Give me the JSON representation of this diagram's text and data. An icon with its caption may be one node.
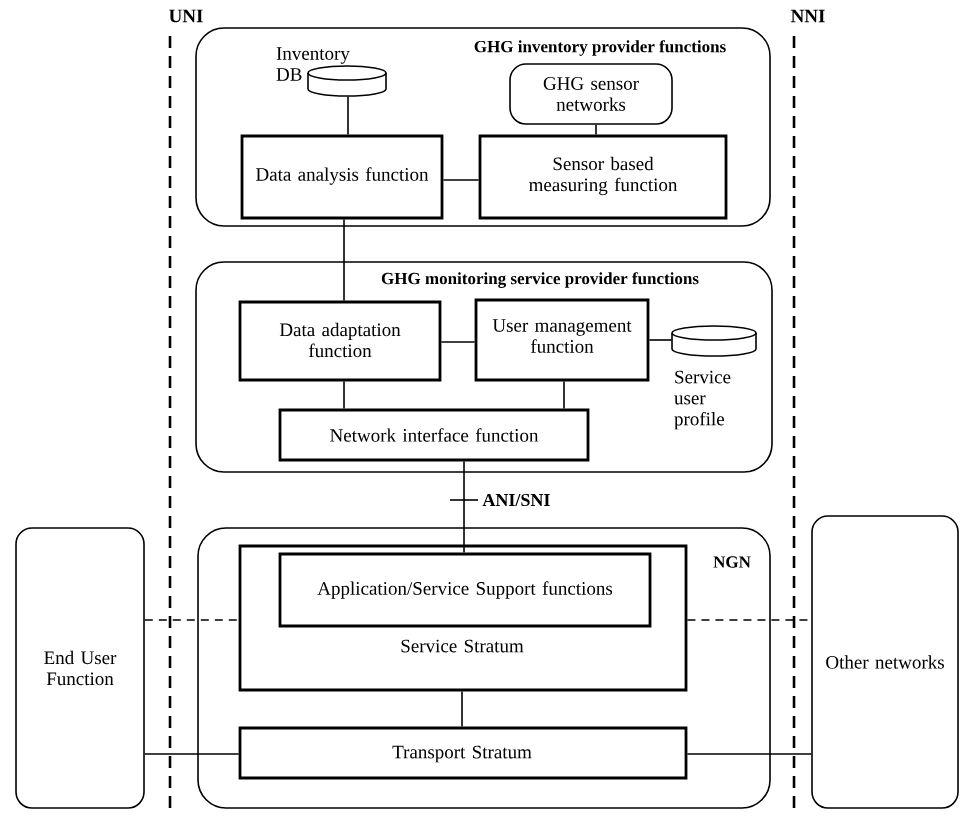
{
  "diagram": {
    "nodes": [
      {
        "text": [
          "GHG inventory provider functions"
        ]
      },
      {
        "text": [
          "Inventory DB"
        ],
        "in": 0
      },
      {
        "text": [
          "GHG sensor networks"
        ],
        "in": 0
      },
      {
        "text": [
          "Data analysis function"
        ],
        "in": 0
      },
      {
        "text": [
          "Sensor based measuring function"
        ],
        "in": 0
      },
      {
        "text": [
          "GHG monitoring service provider functions"
        ]
      },
      {
        "text": [
          "Data adaptation function"
        ],
        "in": 5
      },
      {
        "text": [
          "User management function"
        ],
        "in": 5
      },
      {
        "text": [
          "Service user profile"
        ],
        "in": 5
      },
      {
        "text": [
          "Network interface function"
        ],
        "in": 5
      },
      {
        "text": [
          "NGN"
        ]
      },
      {
        "text": [
          "Service Stratum"
        ],
        "in": 10
      },
      {
        "text": [
          "Application/Service Support functions"
        ],
        "in": 11
      },
      {
        "text": [
          "Transport Stratum"
        ],
        "in": 10
      },
      {
        "text": [
          "End User Function"
        ]
      },
      {
        "text": [
          "Other networks"
        ]
      }
    ],
    "edges": [
      {
        "from": 1,
        "to": 3,
        "arrow": "none"
      },
      {
        "from": 2,
        "to": 4,
        "arrow": "none"
      },
      {
        "from": 3,
        "to": 4,
        "arrow": "none"
      },
      {
        "from": 3,
        "to": 6,
        "arrow": "none"
      },
      {
        "from": 6,
        "to": 7,
        "arrow": "none"
      },
      {
        "from": 7,
        "to": 8,
        "arrow": "none"
      },
      {
        "from": 6,
        "to": 9,
        "arrow": "none"
      },
      {
        "from": 7,
        "to": 9,
        "arrow": "none"
      },
      {
        "from": 9,
        "to": 12,
        "arrow": "none",
        "label": "ANI/SNI"
      },
      {
        "from": 11,
        "to": 13,
        "arrow": "none"
      },
      {
        "from": 14,
        "to": 11,
        "arrow": "none",
        "style": "dashed"
      },
      {
        "from": 11,
        "to": 15,
        "arrow": "none",
        "style": "dashed"
      },
      {
        "from": 14,
        "to": 13,
        "arrow": "none"
      },
      {
        "from": 13,
        "to": 15,
        "arrow": "none"
      }
    ],
    "labels": [
      "UNI",
      "NNI"
    ]
  }
}
